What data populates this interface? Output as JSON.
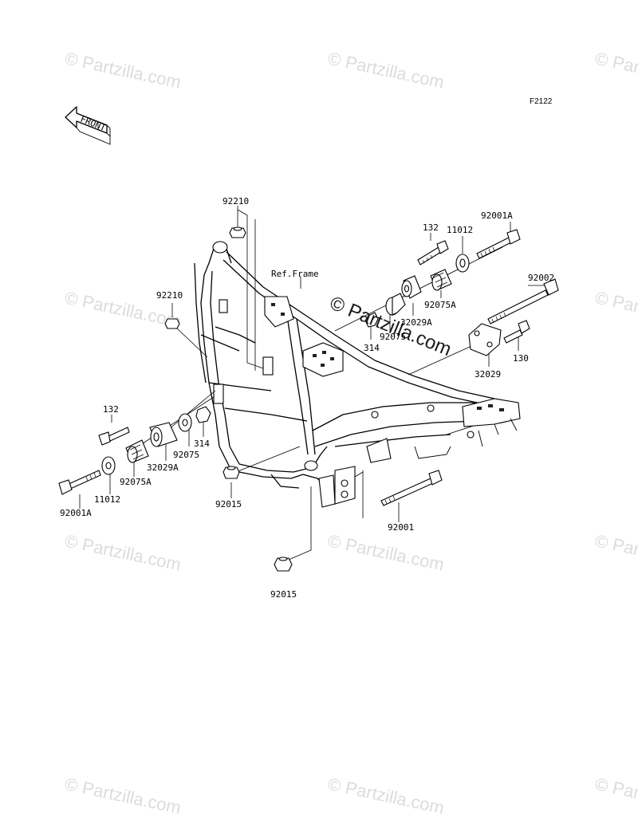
{
  "diagram_code": "F2122",
  "front_indicator": "FRONT",
  "ref_label": "Ref.Frame",
  "watermark": {
    "text": "© Partzilla.com",
    "center_text": "© Partzilla.com"
  },
  "part_labels": {
    "p92210_top": "92210",
    "p92210_left": "92210",
    "p132_right": "132",
    "p11012_right": "11012",
    "p92001A_right": "92001A",
    "p92002": "92002",
    "p92075A_right": "92075A",
    "p32029A_right": "32029A",
    "p314_right": "314",
    "p92075_right": "92075",
    "p130": "130",
    "p32029": "32029",
    "p132_left": "132",
    "p314_left": "314",
    "p92075_left": "92075",
    "p32029A_left": "32029A",
    "p92075A_left": "92075A",
    "p11012_left": "11012",
    "p92001A_left": "92001A",
    "p92015_mid": "92015",
    "p92015_bottom": "92015",
    "p92001": "92001"
  }
}
